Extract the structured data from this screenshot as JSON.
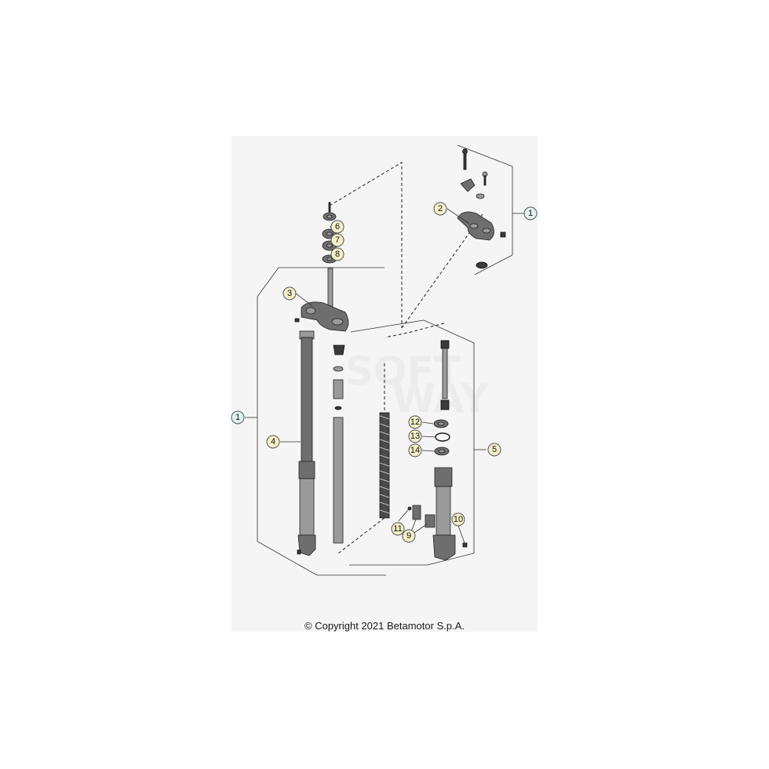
{
  "copyright": "© Copyright 2021 Betamotor S.p.A.",
  "watermark": [
    "SOFT",
    "WAY"
  ],
  "callouts": [
    {
      "id": "c1-top",
      "label": "1",
      "color": "#dff2f2"
    },
    {
      "id": "c2",
      "label": "2",
      "color": "#f3f0c8"
    },
    {
      "id": "c3",
      "label": "3",
      "color": "#f3f0c8"
    },
    {
      "id": "c6",
      "label": "6",
      "color": "#f3f0c8"
    },
    {
      "id": "c7",
      "label": "7",
      "color": "#f3f0c8"
    },
    {
      "id": "c8",
      "label": "8",
      "color": "#f3f0c8"
    },
    {
      "id": "c1-left",
      "label": "1",
      "color": "#dff2f2"
    },
    {
      "id": "c4",
      "label": "4",
      "color": "#f3f0c8"
    },
    {
      "id": "c5",
      "label": "5",
      "color": "#f3f0c8"
    },
    {
      "id": "c12",
      "label": "12",
      "color": "#f3f0c8"
    },
    {
      "id": "c13",
      "label": "13",
      "color": "#f3f0c8"
    },
    {
      "id": "c14",
      "label": "14",
      "color": "#f3f0c8"
    },
    {
      "id": "c10",
      "label": "10",
      "color": "#f3f0c8"
    },
    {
      "id": "c11",
      "label": "11",
      "color": "#f3f0c8"
    },
    {
      "id": "c9",
      "label": "9",
      "color": "#f3f0c8"
    }
  ]
}
